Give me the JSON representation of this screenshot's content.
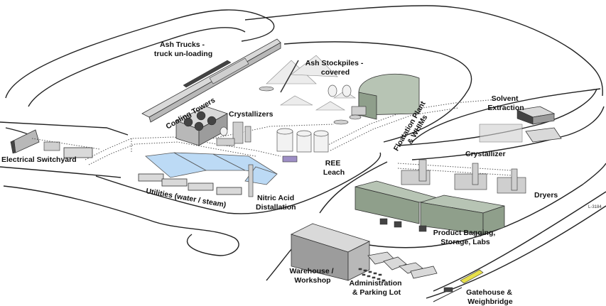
{
  "labels": {
    "ash_trucks": [
      "Ash Trucks -",
      "truck un-loading"
    ],
    "ash_stockpiles": [
      "Ash Stockpiles -",
      "covered"
    ],
    "cooling_towers": "Cooling Towers",
    "crystallizers": "Crystallizers",
    "floatation": [
      "Floatation Plant",
      "& WHIMs"
    ],
    "solvent_extraction": [
      "Solvent",
      "Extraction"
    ],
    "electrical_switchyard": "Electrical Switchyard",
    "ree_leach": [
      "REE",
      "Leach"
    ],
    "crystallizer": "Crystallizer",
    "utilities": "Utilities (water / steam)",
    "nitric_acid": [
      "Nitric Acid",
      "Distallation"
    ],
    "dryers": "Dryers",
    "product_bagging": [
      "Product Bagging,",
      "Storage, Labs"
    ],
    "warehouse": [
      "Warehouse /",
      "Workshop"
    ],
    "administration": [
      "Administration",
      "& Parking Lot"
    ],
    "gatehouse": [
      "Gatehouse &",
      "Weighbridge"
    ],
    "drawing_number": "L-3184"
  },
  "colors": {
    "pond_water": "#bcdaf5",
    "floatation_building": "#b7c4b4",
    "product_building": "#c6d0c3",
    "weighbridge_marker": "#e8e04a"
  }
}
